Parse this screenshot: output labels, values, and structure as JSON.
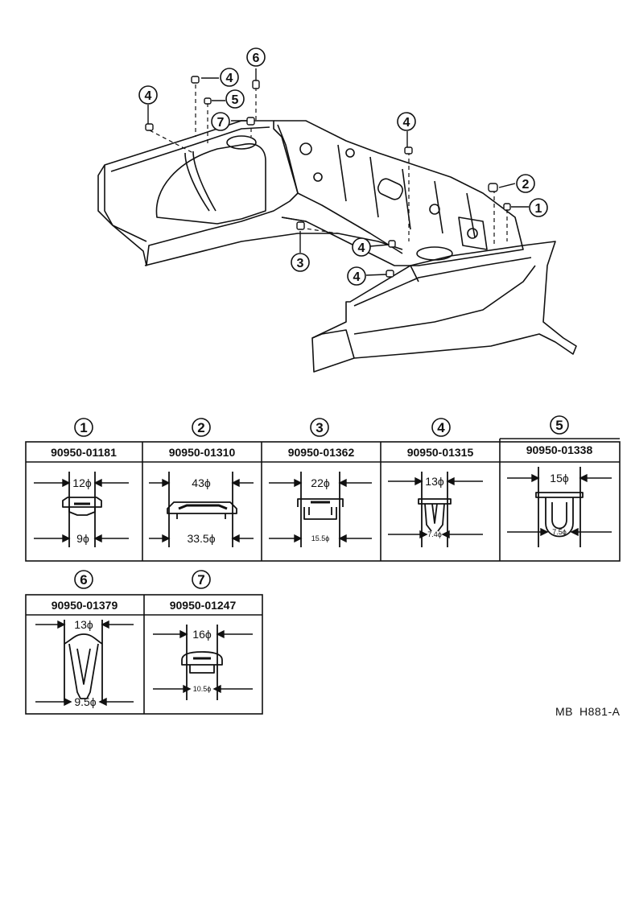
{
  "callouts": {
    "c1": "1",
    "c2": "2",
    "c3": "3",
    "c4a": "4",
    "c4b": "4",
    "c4c": "4",
    "c4d": "4",
    "c4e": "4",
    "c5": "5",
    "c6": "6",
    "c7": "7"
  },
  "parts": [
    {
      "index": "1",
      "part_number": "90950-01181",
      "top_dim": "12ϕ",
      "bottom_dim": "9ϕ"
    },
    {
      "index": "2",
      "part_number": "90950-01310",
      "top_dim": "43ϕ",
      "bottom_dim": "33.5ϕ"
    },
    {
      "index": "3",
      "part_number": "90950-01362",
      "top_dim": "22ϕ",
      "bottom_dim": "15.5ϕ"
    },
    {
      "index": "4",
      "part_number": "90950-01315",
      "top_dim": "13ϕ",
      "bottom_dim": "7.4ϕ"
    },
    {
      "index": "5",
      "part_number": "90950-01338",
      "top_dim": "15ϕ",
      "bottom_dim": "7.5ϕ"
    },
    {
      "index": "6",
      "part_number": "90950-01379",
      "top_dim": "13ϕ",
      "bottom_dim": "9.5ϕ"
    },
    {
      "index": "7",
      "part_number": "90950-01247",
      "top_dim": "16ϕ",
      "bottom_dim": "10.5ϕ"
    }
  ],
  "reference_code": {
    "prefix": "MB",
    "code": "H881-A"
  }
}
